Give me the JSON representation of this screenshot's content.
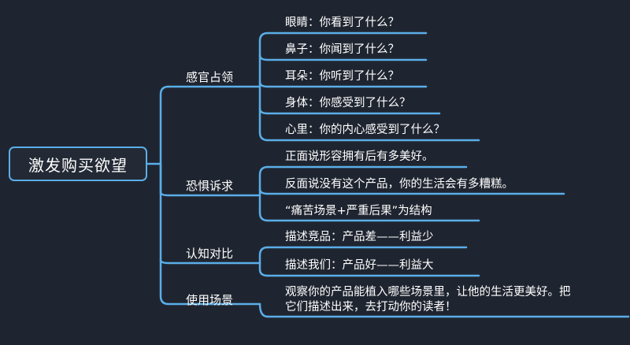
{
  "colors": {
    "background": "#1f2530",
    "line": "#5aaee8",
    "text": "#ffffff"
  },
  "root": {
    "label": "激发购买欲望"
  },
  "branches": [
    {
      "label": "感官占领",
      "leaves": [
        "眼睛：你看到了什么？",
        "鼻子：你闻到了什么？",
        "耳朵：你听到了什么？",
        "身体：你感受到了什么？",
        "心里：你的内心感受到了什么？"
      ]
    },
    {
      "label": "恐惧诉求",
      "leaves": [
        "正面说形容拥有后有多美好。",
        "反面说没有这个产品，你的生活会有多糟糕。",
        "“痛苦场景+严重后果”为结构"
      ]
    },
    {
      "label": "认知对比",
      "leaves": [
        "描述竞品：产品差——利益少",
        "描述我们：产品好——利益大"
      ]
    },
    {
      "label": "使用场景",
      "leaves": [
        "观察你的产品能植入哪些场景里，让他的生活更美好。把",
        "它们描述出来，去打动你的读者！"
      ]
    }
  ]
}
